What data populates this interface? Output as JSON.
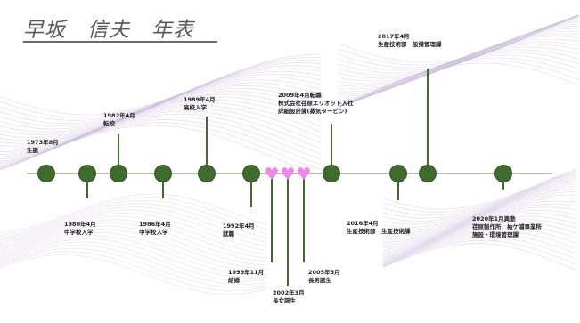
{
  "title": "早坂　信夫　年表",
  "events": [
    {
      "id": "e1973",
      "marker": "node",
      "lines": [
        "1973年8月",
        "生誕"
      ]
    },
    {
      "id": "e1980",
      "marker": "node",
      "lines": [
        "1980年4月",
        "中学校入学"
      ]
    },
    {
      "id": "e1982",
      "marker": "node",
      "lines": [
        "1982年4月",
        "転校"
      ]
    },
    {
      "id": "e1986",
      "marker": "node",
      "lines": [
        "1986年4月",
        "中学校入学"
      ]
    },
    {
      "id": "e1989",
      "marker": "node",
      "lines": [
        "1989年4月",
        "高校入学"
      ]
    },
    {
      "id": "e1992",
      "marker": "node",
      "lines": [
        "1992年4月",
        "就職"
      ]
    },
    {
      "id": "e1999",
      "marker": "heart",
      "lines": [
        "1999年11月",
        "結婚"
      ]
    },
    {
      "id": "e2002",
      "marker": "heart",
      "lines": [
        "2002年3月",
        "長女誕生"
      ]
    },
    {
      "id": "e2005",
      "marker": "heart",
      "lines": [
        "2005年5月",
        "長男誕生"
      ]
    },
    {
      "id": "e2009",
      "marker": "node",
      "lines": [
        "2009年4月転職",
        "株式会社荏原エリオット入社",
        "詳細設計課(蒸気タービン)"
      ]
    },
    {
      "id": "e2016",
      "marker": "node",
      "lines": [
        "2016年4月",
        "生産技術部　生産技術課"
      ]
    },
    {
      "id": "e2017",
      "marker": "node",
      "lines": [
        "2017年4月",
        "生産技術部　設備管理課"
      ]
    },
    {
      "id": "e2020",
      "marker": "node",
      "lines": [
        "2020年1月異動",
        "荏原製作所　袖ケ浦事業所",
        "施設・環境管理課"
      ]
    }
  ],
  "colors": {
    "node": "#3f6c2e",
    "heart": "#f087e6",
    "timeline": "#b9c1ad",
    "wave": "#c7b7d8"
  }
}
